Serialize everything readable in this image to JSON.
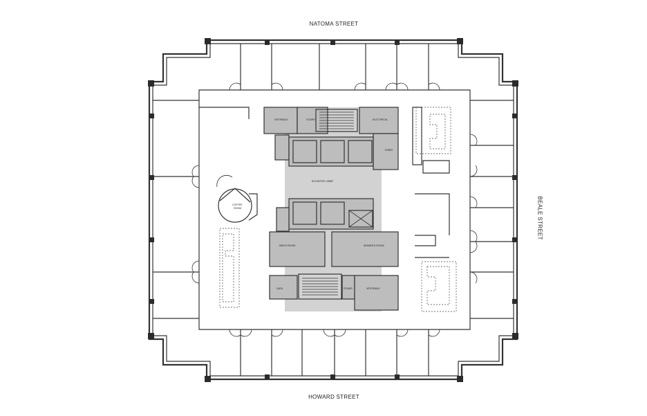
{
  "streets": {
    "north": "NATOMA STREET",
    "south": "HOWARD STREET",
    "east": "BEALE STREET"
  },
  "rooms": {
    "vestibule_top": "VESTIBULE",
    "stairs_top": "STAIRS",
    "electrical": "ELECTRICAL",
    "riser": "RISER",
    "elevator_lobby": "ELEVATOR LOBBY",
    "coffee_room_1": "COFFEE",
    "coffee_room_2": "ROOM",
    "mens_room": "MEN'S ROOM",
    "womens_room": "WOMEN'S ROOM",
    "data": "DATA",
    "stairs_bottom": "STAIRS",
    "vestibule_bottom": "VESTIBULE"
  },
  "colors": {
    "core_fill": "#bdbdbd",
    "wall": "#333333"
  }
}
